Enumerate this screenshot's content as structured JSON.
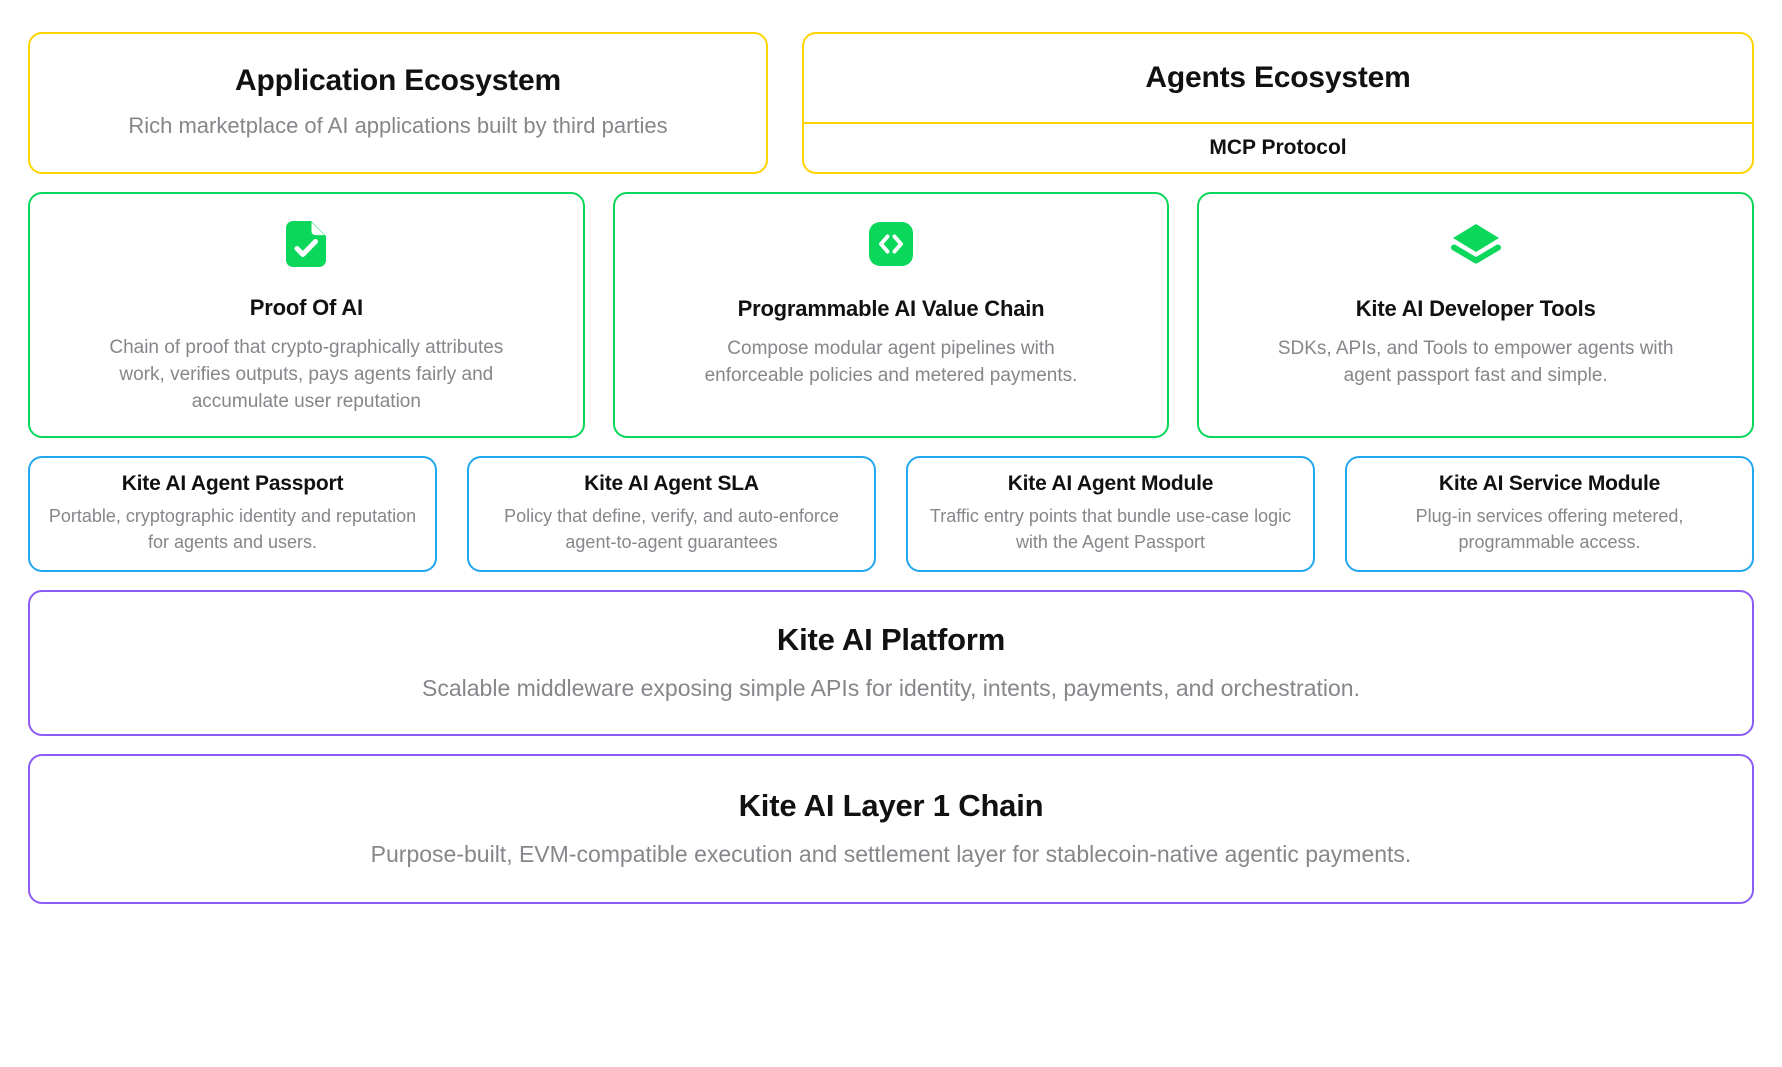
{
  "colors": {
    "yellow": "#FFD400",
    "green": "#0BD75B",
    "blue": "#22A7F0",
    "purple": "#8B5CF6",
    "title": "#111113",
    "description": "#86868b"
  },
  "ecosystems": {
    "application": {
      "title": "Application Ecosystem",
      "description": "Rich marketplace of AI applications built by third parties"
    },
    "agents": {
      "title": "Agents Ecosystem",
      "protocol_label": "MCP Protocol"
    }
  },
  "pillars": [
    {
      "icon": "document-check-icon",
      "title": "Proof Of AI",
      "description": "Chain of proof that crypto-graphically attributes work, verifies outputs, pays agents fairly and accumulate user reputation"
    },
    {
      "icon": "code-brackets-icon",
      "title": "Programmable AI Value Chain",
      "description": "Compose modular agent pipelines with enforceable policies and metered payments."
    },
    {
      "icon": "layers-stack-icon",
      "title": "Kite AI Developer Tools",
      "description": "SDKs, APIs, and Tools to empower agents with agent passport fast and simple."
    }
  ],
  "modules": [
    {
      "title": "Kite AI Agent Passport",
      "description": "Portable, cryptographic identity and reputation for agents and users."
    },
    {
      "title": "Kite AI Agent SLA",
      "description": "Policy that define, verify, and auto-enforce agent-to-agent guarantees"
    },
    {
      "title": "Kite AI Agent Module",
      "description": "Traffic entry points that bundle use-case logic with the Agent Passport"
    },
    {
      "title": "Kite AI Service Module",
      "description": "Plug-in services offering metered, programmable access."
    }
  ],
  "bands": [
    {
      "title": "Kite AI Platform",
      "description": "Scalable middleware exposing simple APIs for identity, intents, payments, and orchestration."
    },
    {
      "title": "Kite AI Layer 1 Chain",
      "description": "Purpose-built, EVM-compatible execution and settlement layer for stablecoin-native agentic payments."
    }
  ]
}
